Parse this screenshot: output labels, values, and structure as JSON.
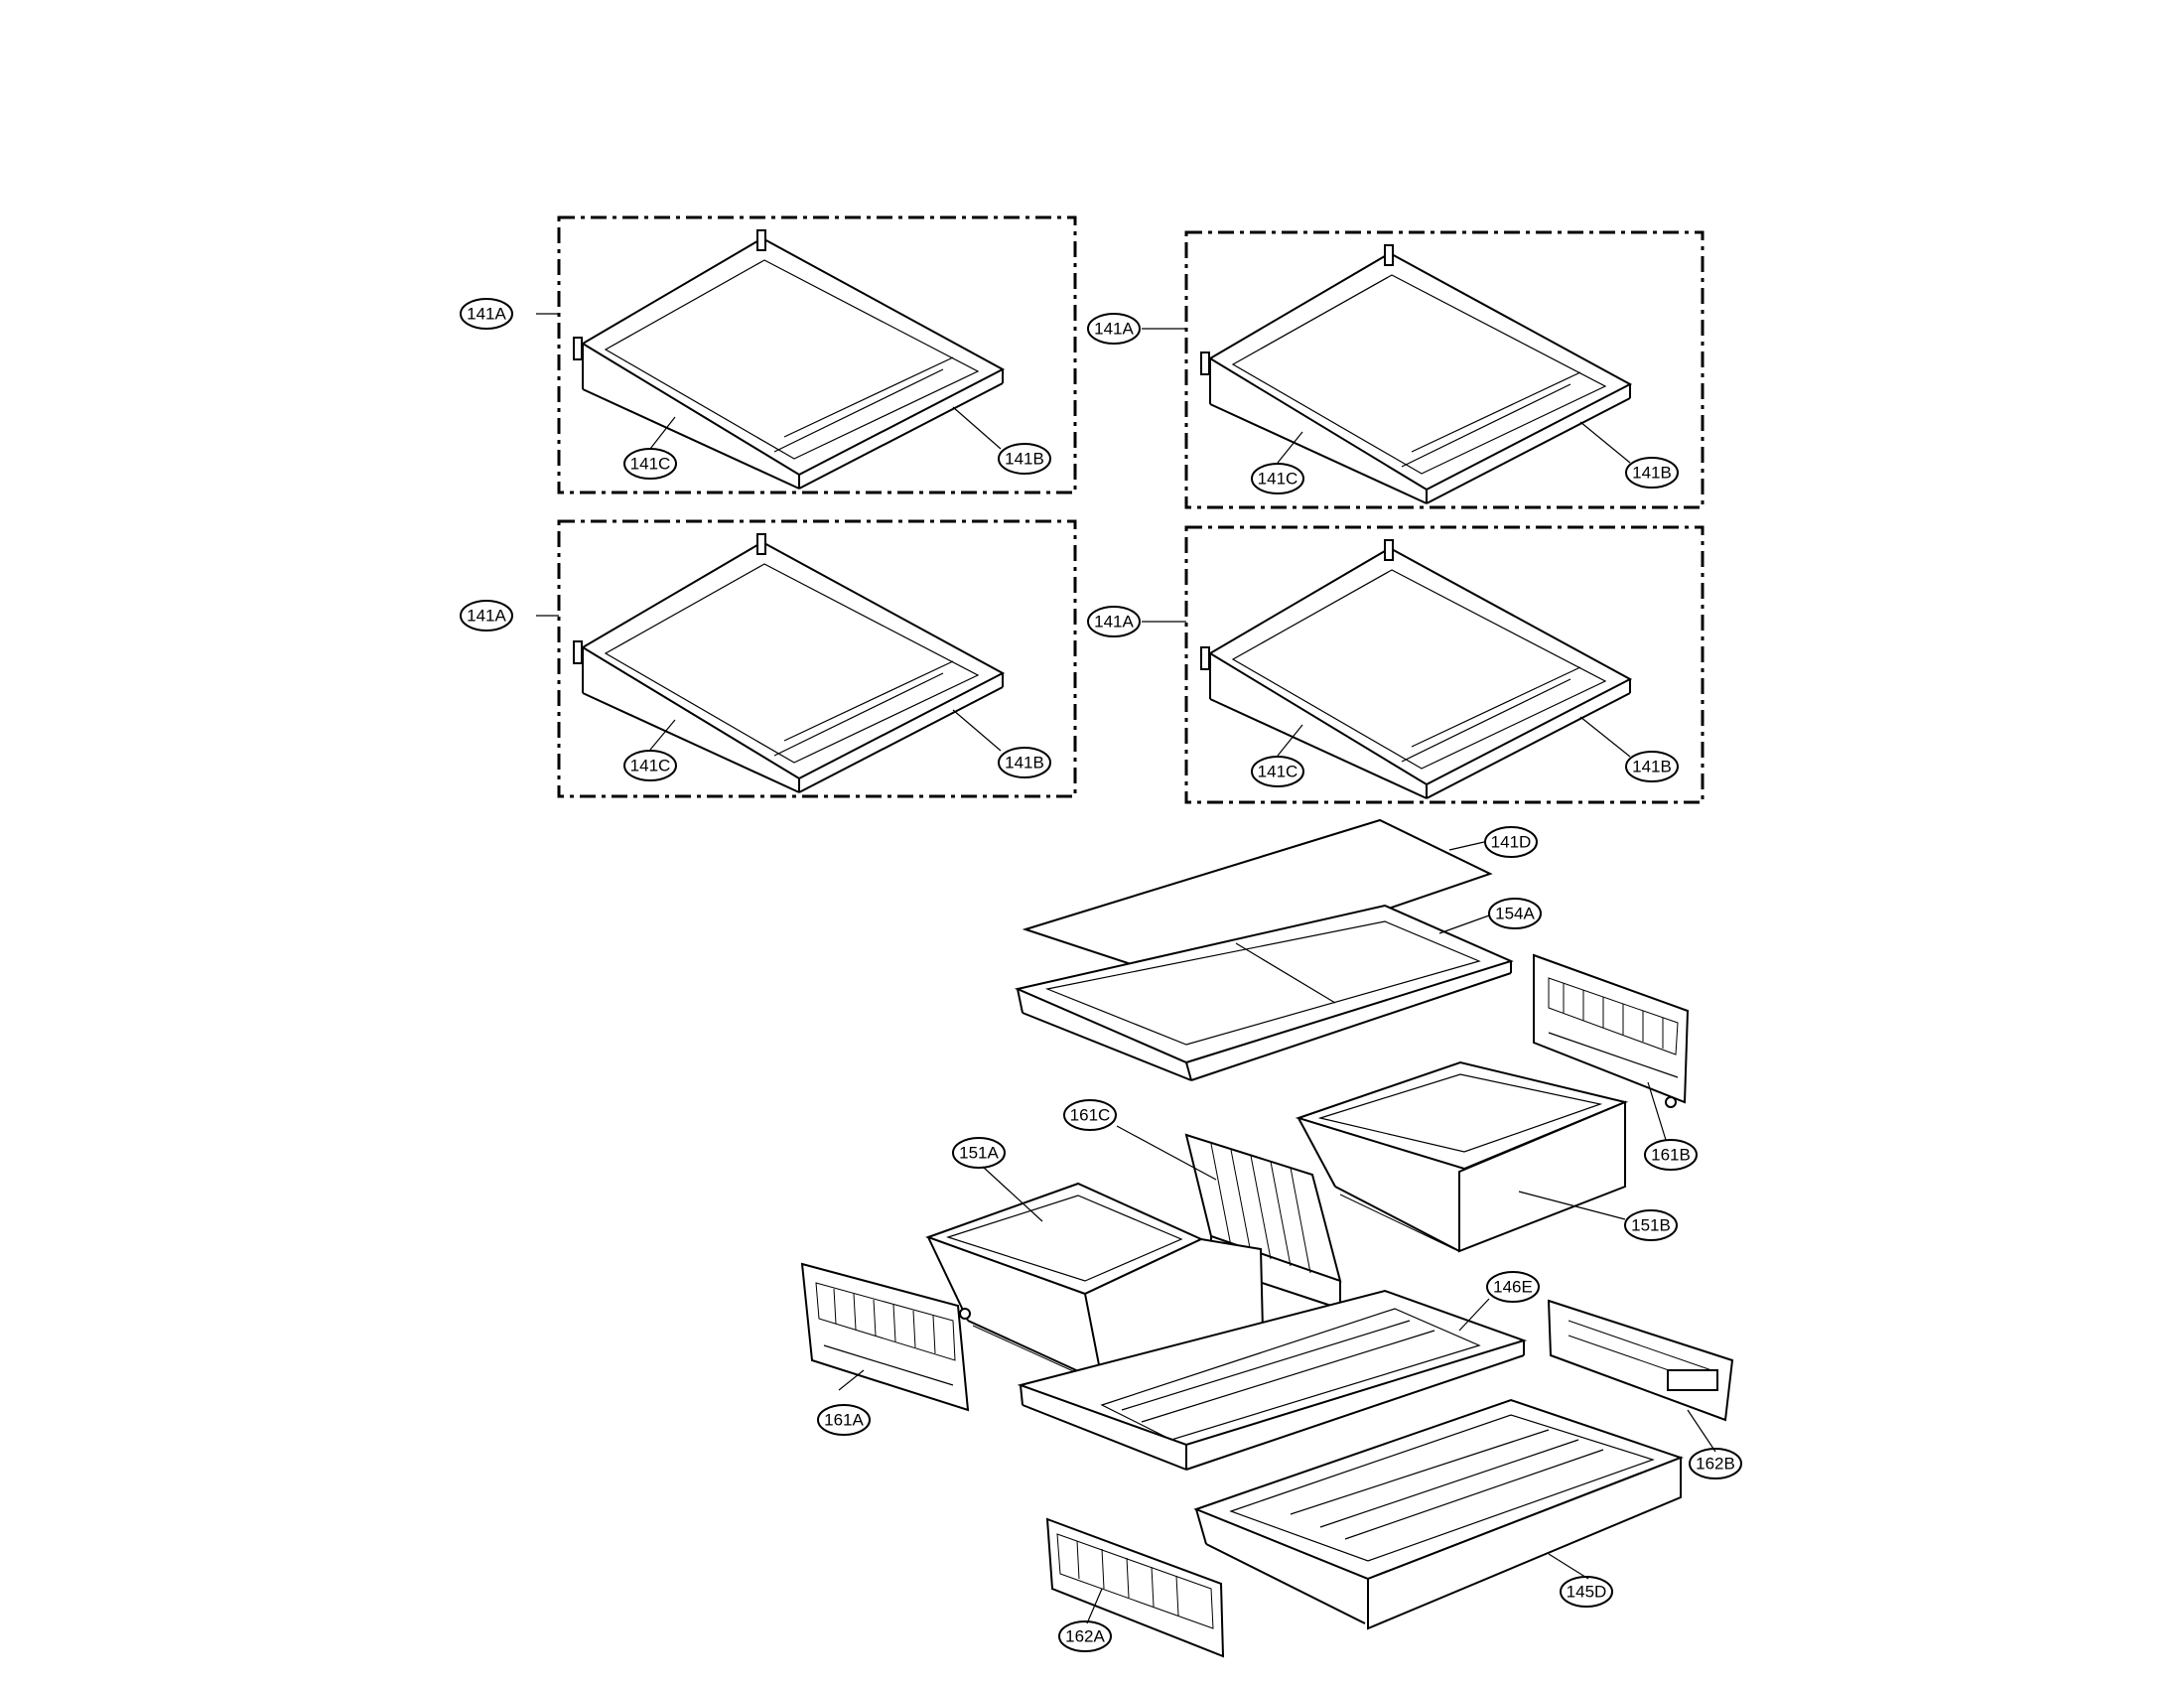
{
  "callouts": {
    "g1_a": "141A",
    "g1_b": "141B",
    "g1_c": "141C",
    "g2_a": "141A",
    "g2_b": "141B",
    "g2_c": "141C",
    "g3_a": "141A",
    "g3_b": "141B",
    "g3_c": "141C",
    "g4_a": "141A",
    "g4_b": "141B",
    "g4_c": "141C",
    "p141d": "141D",
    "p154a": "154A",
    "p161c": "161C",
    "p161b": "161B",
    "p151a": "151A",
    "p151b": "151B",
    "p146e": "146E",
    "p161a": "161A",
    "p162b": "162B",
    "p145d": "145D",
    "p162a": "162A"
  }
}
